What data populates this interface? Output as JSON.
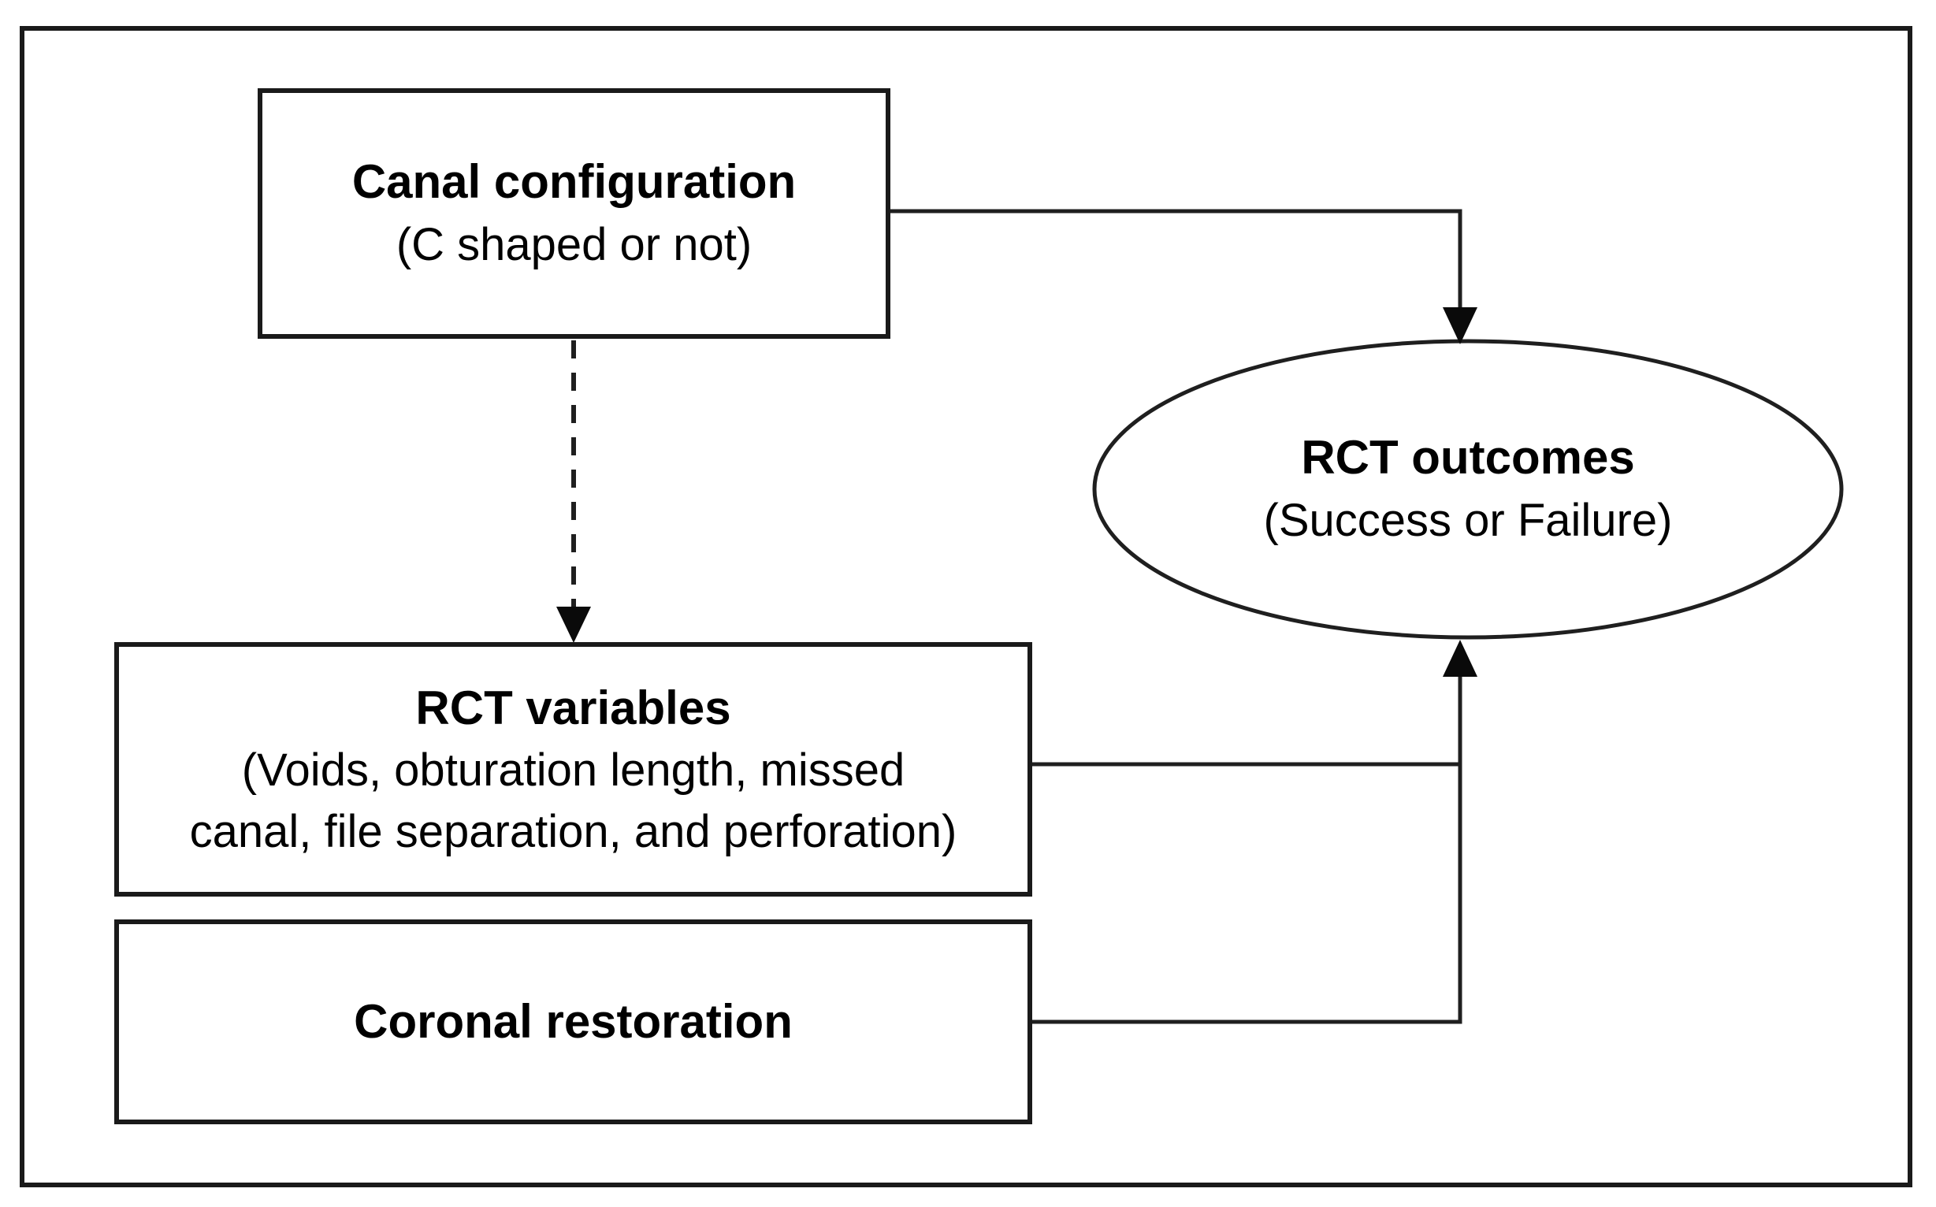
{
  "figure": {
    "type": "conceptual-diagram",
    "background": "#ffffff",
    "frame_color": "#1a1a1a",
    "line_color": "#1f1f1f",
    "text_color": "#000000"
  },
  "nodes": {
    "canal_configuration": {
      "shape": "rectangle",
      "title": "Canal configuration",
      "subtitle": "(C shaped or not)"
    },
    "rct_variables": {
      "shape": "rectangle",
      "title": "RCT variables",
      "subtitle_lines": [
        "(Voids, obturation length, missed",
        "canal, file separation, and perforation)"
      ]
    },
    "coronal_restoration": {
      "shape": "rectangle",
      "title": "Coronal restoration"
    },
    "rct_outcomes": {
      "shape": "ellipse",
      "title": "RCT outcomes",
      "subtitle": "(Success or Failure)"
    }
  },
  "edges": [
    {
      "from": "canal_configuration",
      "to": "rct_outcomes",
      "style": "solid",
      "arrowhead": "filled-triangle"
    },
    {
      "from": "canal_configuration",
      "to": "rct_variables",
      "style": "dashed",
      "arrowhead": "filled-triangle"
    },
    {
      "from": "rct_variables",
      "to": "rct_outcomes",
      "style": "solid",
      "arrowhead": "filled-triangle"
    },
    {
      "from": "coronal_restoration",
      "to": "rct_outcomes",
      "style": "solid",
      "arrowhead": "filled-triangle"
    }
  ]
}
